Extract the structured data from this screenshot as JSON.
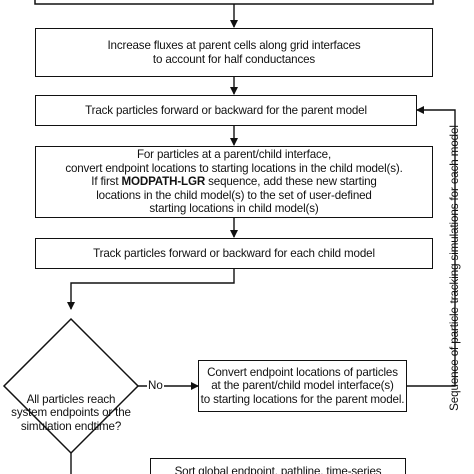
{
  "steps": {
    "increase_fluxes": {
      "lines": [
        "Increase fluxes at parent cells along grid interfaces",
        "to account for half conductances"
      ]
    },
    "track_parent": {
      "lines": [
        "Track particles forward or backward  for the parent model"
      ]
    },
    "convert_to_child": {
      "lines": [
        "For particles at a parent/child interface,",
        "convert endpoint locations to starting locations in the child model(s).",
        "If first MODPATH-LGR sequence, add these new starting",
        "locations in the child model(s) to the set of user-defined",
        "starting locations in child model(s)"
      ]
    },
    "track_child": {
      "lines": [
        "Track particles forward or backward for each child model"
      ]
    },
    "convert_to_parent": {
      "lines": [
        "Convert endpoint locations of particles",
        "at the parent/child model interface(s)",
        "to starting locations for the parent model."
      ]
    },
    "sort_global": {
      "lines": [
        "Sort global endpoint, pathline, time-series"
      ]
    }
  },
  "decision": {
    "lines": [
      "All particles reach",
      "system endpoints or the",
      "simulation endtime?"
    ],
    "no_label": "No"
  },
  "loop_label": "Sequence of particle-tracking simulations for each model",
  "colors": {
    "stroke": "#111111",
    "fill": "#ffffff"
  }
}
